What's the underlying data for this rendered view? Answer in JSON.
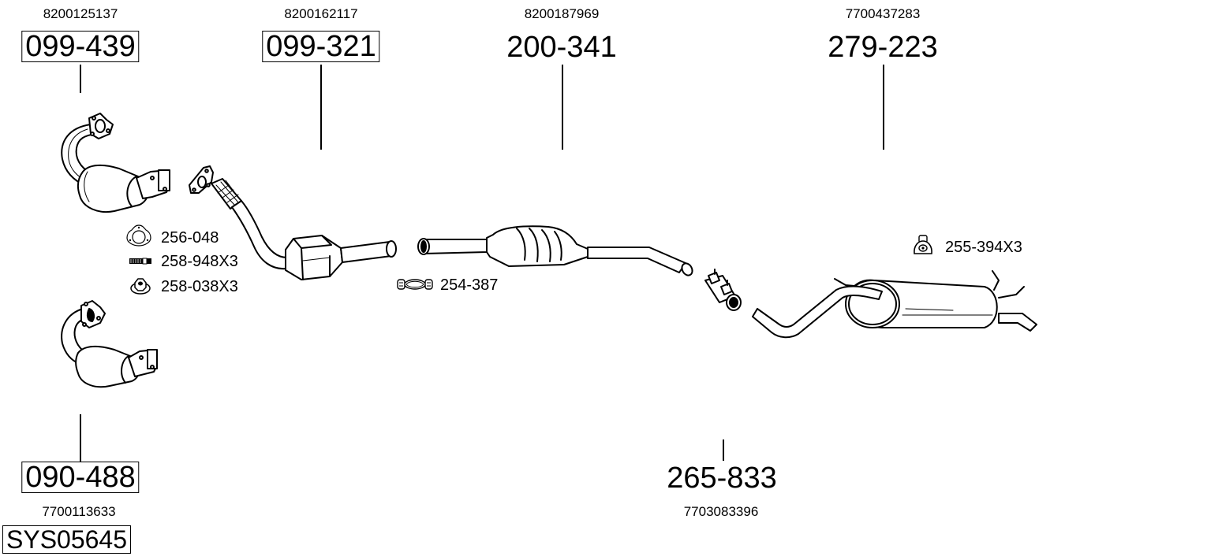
{
  "system": {
    "code": "SYS05645"
  },
  "parts": [
    {
      "id": "p1",
      "part_number": "099-439",
      "oem_number": "8200125137",
      "boxed": true,
      "description": "catalytic-converter-front-1"
    },
    {
      "id": "p2",
      "part_number": "099-321",
      "oem_number": "8200162117",
      "boxed": true,
      "description": "catalytic-converter-downpipe"
    },
    {
      "id": "p3",
      "part_number": "200-341",
      "oem_number": "8200187969",
      "boxed": false,
      "description": "center-catalytic-converter"
    },
    {
      "id": "p4",
      "part_number": "279-223",
      "oem_number": "7700437283",
      "boxed": false,
      "description": "rear-silencer"
    },
    {
      "id": "p5",
      "part_number": "090-488",
      "oem_number": "7700113633",
      "boxed": true,
      "description": "catalytic-converter-front-2"
    },
    {
      "id": "p6",
      "part_number": "265-833",
      "oem_number": "7703083396",
      "boxed": false,
      "description": "pipe-connector-clamp"
    }
  ],
  "accessories": [
    {
      "label": "256-048",
      "icon": "gasket-icon"
    },
    {
      "label": "258-948X3",
      "icon": "bolt-icon"
    },
    {
      "label": "258-038X3",
      "icon": "nut-icon"
    },
    {
      "label": "254-387",
      "icon": "clamp-icon"
    },
    {
      "label": "255-394X3",
      "icon": "rubber-mount-icon"
    }
  ],
  "colors": {
    "line": "#000000",
    "background": "#ffffff",
    "part_fill": "#ffffff"
  }
}
